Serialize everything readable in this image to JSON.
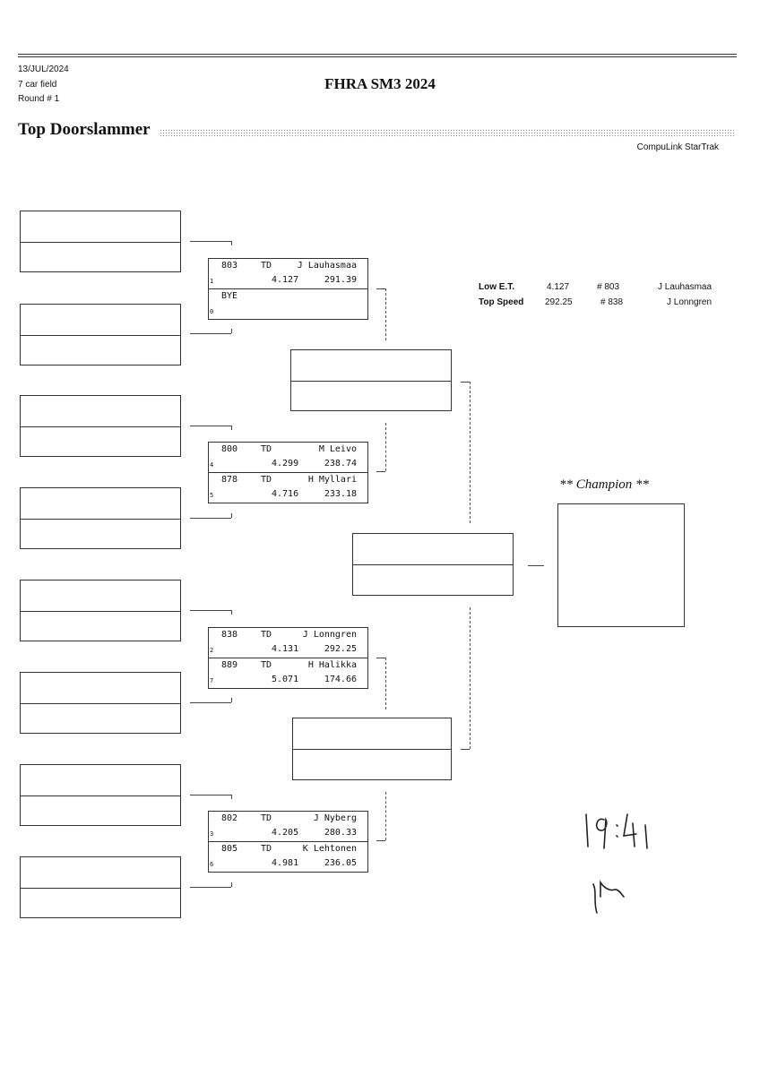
{
  "header": {
    "date": "13/JUL/2024",
    "field": "7 car field",
    "round": "Round # 1",
    "event_title": "FHRA SM3 2024",
    "class_title": "Top Doorslammer",
    "brand": "CompuLink StarTrak"
  },
  "stats": {
    "low_et": {
      "label": "Low  E.T.",
      "value": "4.127",
      "car": "# 803",
      "driver": "J Lauhasmaa"
    },
    "top_speed": {
      "label": "Top Speed",
      "value": "292.25",
      "car": "# 838",
      "driver": "J Lonngren"
    }
  },
  "pairs": [
    {
      "a": {
        "num": "803",
        "cls": "TD",
        "name": "J Lauhasmaa",
        "et": "4.127",
        "spd": "291.39",
        "lane": "1"
      },
      "b": {
        "num": "BYE",
        "cls": "",
        "name": "",
        "et": "",
        "spd": "",
        "lane": "0"
      }
    },
    {
      "a": {
        "num": "800",
        "cls": "TD",
        "name": "M Leivo",
        "et": "4.299",
        "spd": "238.74",
        "lane": "4"
      },
      "b": {
        "num": "878",
        "cls": "TD",
        "name": "H Myllari",
        "et": "4.716",
        "spd": "233.18",
        "lane": "5"
      }
    },
    {
      "a": {
        "num": "838",
        "cls": "TD",
        "name": "J Lonngren",
        "et": "4.131",
        "spd": "292.25",
        "lane": "2"
      },
      "b": {
        "num": "889",
        "cls": "TD",
        "name": "H Halikka",
        "et": "5.071",
        "spd": "174.66",
        "lane": "7"
      }
    },
    {
      "a": {
        "num": "802",
        "cls": "TD",
        "name": "J Nyberg",
        "et": "4.205",
        "spd": "280.33",
        "lane": "3"
      },
      "b": {
        "num": "805",
        "cls": "TD",
        "name": "K Lehtonen",
        "et": "4.981",
        "spd": "236.05",
        "lane": "6"
      }
    }
  ],
  "champion_label": "** Champion **"
}
